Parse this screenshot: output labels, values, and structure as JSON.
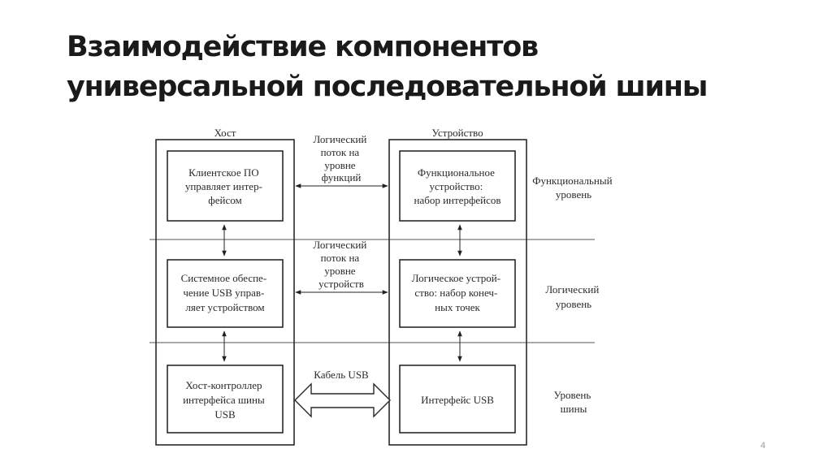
{
  "title": {
    "line1": "Взаимодействие компонентов",
    "line2": "универсальной последовательной шины"
  },
  "diagram": {
    "host": {
      "header": "Хост",
      "boxes": [
        {
          "lines": [
            "Клиентское ПО",
            "управляет интер-",
            "фейсом"
          ]
        },
        {
          "lines": [
            "Системное обеспе-",
            "чение USB управ-",
            "ляет устройством"
          ]
        },
        {
          "lines": [
            "Хост-контроллер",
            "интерфейса шины",
            "USB"
          ]
        }
      ]
    },
    "device": {
      "header": "Устройство",
      "boxes": [
        {
          "lines": [
            "Функциональное",
            "устройство:",
            "набор интерфейсов"
          ]
        },
        {
          "lines": [
            "Логическое устрой-",
            "ство: набор конеч-",
            "ных точек"
          ]
        },
        {
          "lines": [
            "Интерфейс USB"
          ]
        }
      ]
    },
    "links": [
      {
        "lines": [
          "Логический",
          "поток на",
          "уровне",
          "функций"
        ],
        "type": "line-arrow"
      },
      {
        "lines": [
          "Логический",
          "поток на",
          "уровне",
          "устройств"
        ],
        "type": "line-arrow"
      },
      {
        "lines": [
          "Кабель USB"
        ],
        "type": "block-arrow"
      }
    ],
    "levels": [
      {
        "lines": [
          "Функциональный",
          "уровень"
        ]
      },
      {
        "lines": [
          "Логический",
          "уровень"
        ]
      },
      {
        "lines": [
          "Уровень",
          "шины"
        ]
      }
    ]
  },
  "page_number": "4"
}
